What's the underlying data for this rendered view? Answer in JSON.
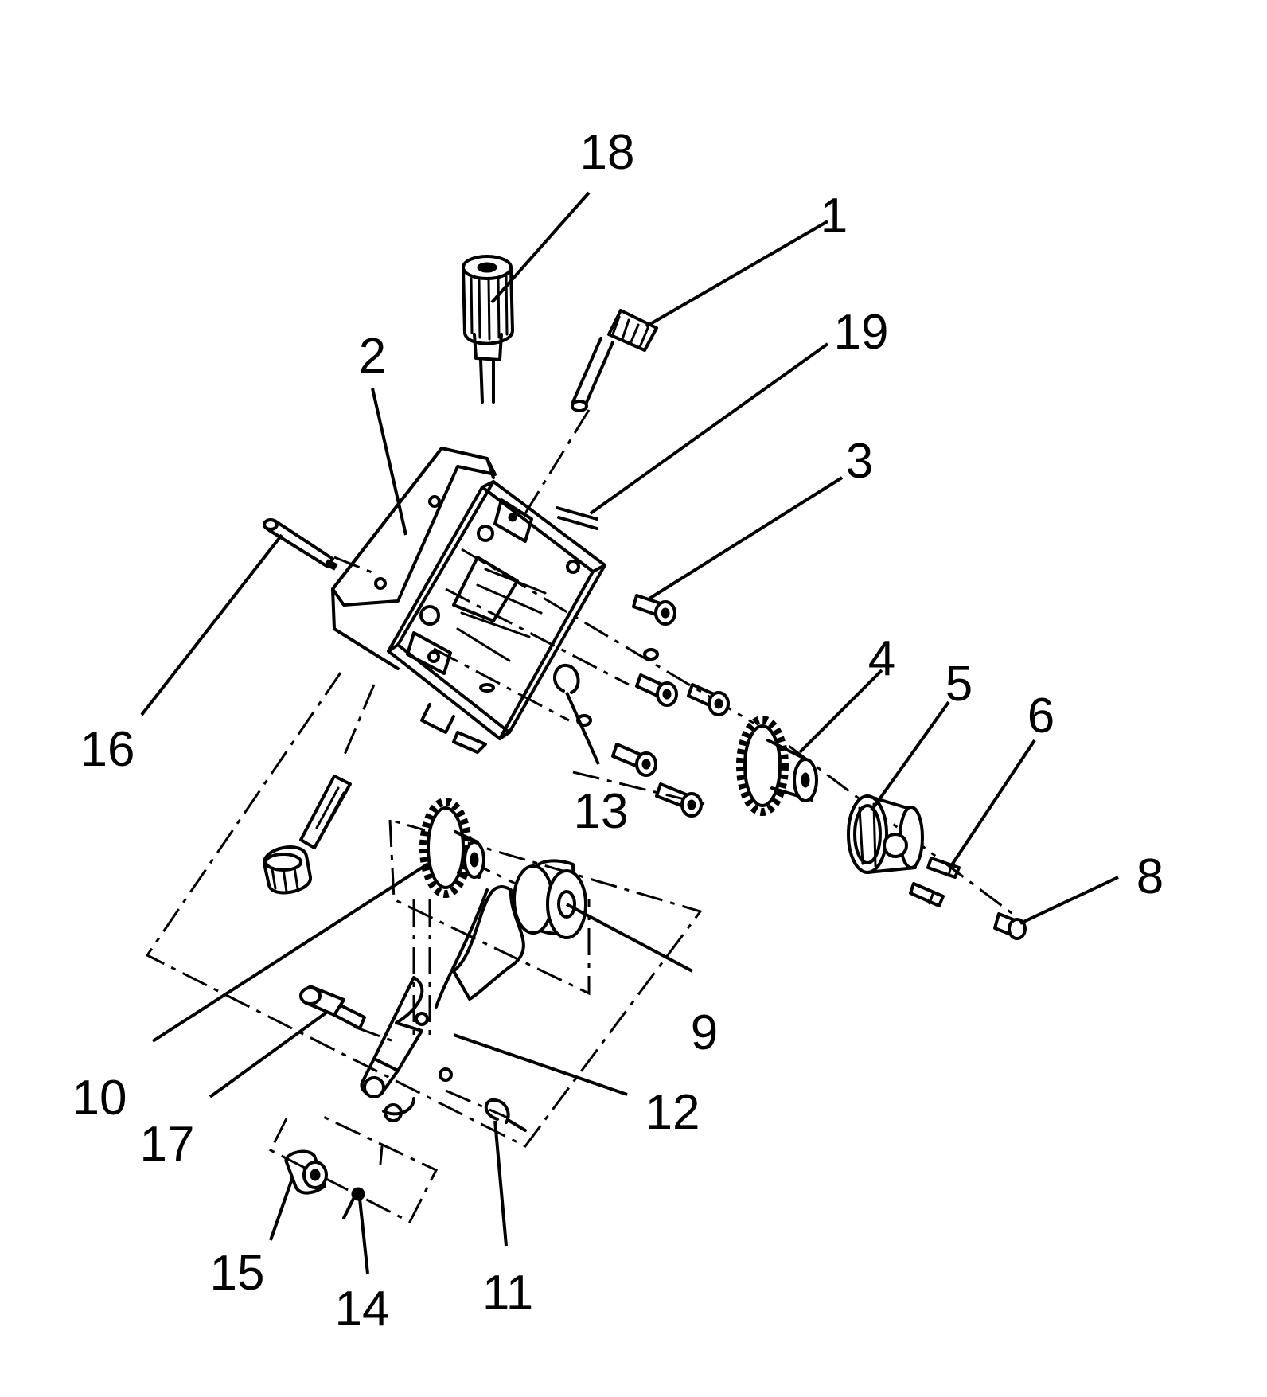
{
  "figure": {
    "type": "exploded parts diagram",
    "callouts": [
      {
        "id": "label-18",
        "text": "18"
      },
      {
        "id": "label-1",
        "text": "1"
      },
      {
        "id": "label-19",
        "text": "19"
      },
      {
        "id": "label-2",
        "text": "2"
      },
      {
        "id": "label-3",
        "text": "3"
      },
      {
        "id": "label-16",
        "text": "16"
      },
      {
        "id": "label-4",
        "text": "4"
      },
      {
        "id": "label-5",
        "text": "5"
      },
      {
        "id": "label-6",
        "text": "6"
      },
      {
        "id": "label-13",
        "text": "13"
      },
      {
        "id": "label-8",
        "text": "8"
      },
      {
        "id": "label-9",
        "text": "9"
      },
      {
        "id": "label-10",
        "text": "10"
      },
      {
        "id": "label-12",
        "text": "12"
      },
      {
        "id": "label-17",
        "text": "17"
      },
      {
        "id": "label-15",
        "text": "15"
      },
      {
        "id": "label-11",
        "text": "11"
      },
      {
        "id": "label-14",
        "text": "14"
      }
    ]
  }
}
